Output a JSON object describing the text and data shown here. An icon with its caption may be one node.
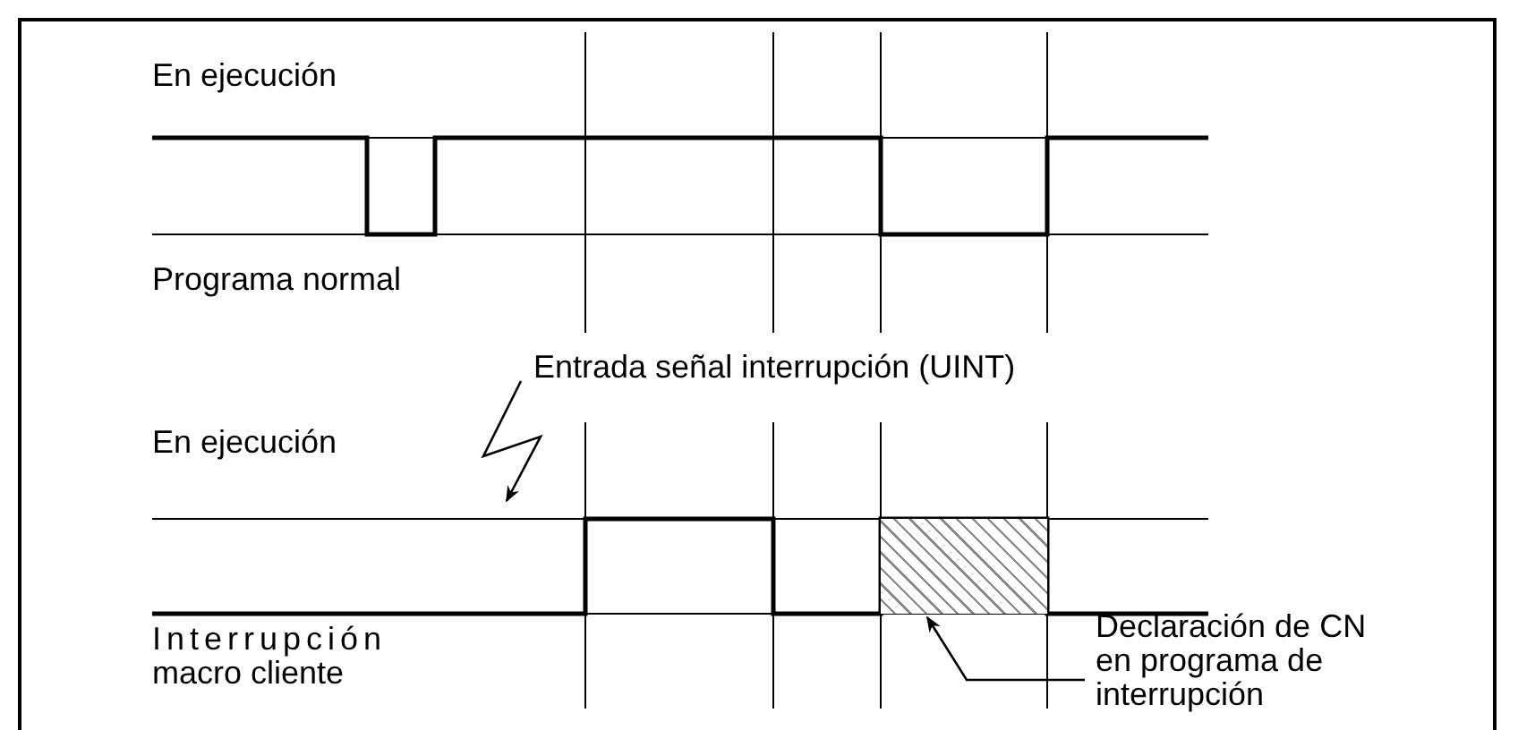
{
  "diagram": {
    "nodes": [
      {
        "text": [
          "Entrada señal interrupción (UINT)"
        ]
      },
      {
        "text": [
          "Declaración de CN en programa de interrupción"
        ]
      },
      {
        "text": [],
        "shape": "box"
      }
    ],
    "edges": [
      {
        "from": 0,
        "to": null,
        "arrow": "to"
      },
      {
        "from": 1,
        "to": 2,
        "arrow": "to"
      }
    ],
    "labels": [
      "En ejecución",
      "Programa normal",
      "En ejecución",
      "Interrupción",
      "macro cliente"
    ]
  }
}
